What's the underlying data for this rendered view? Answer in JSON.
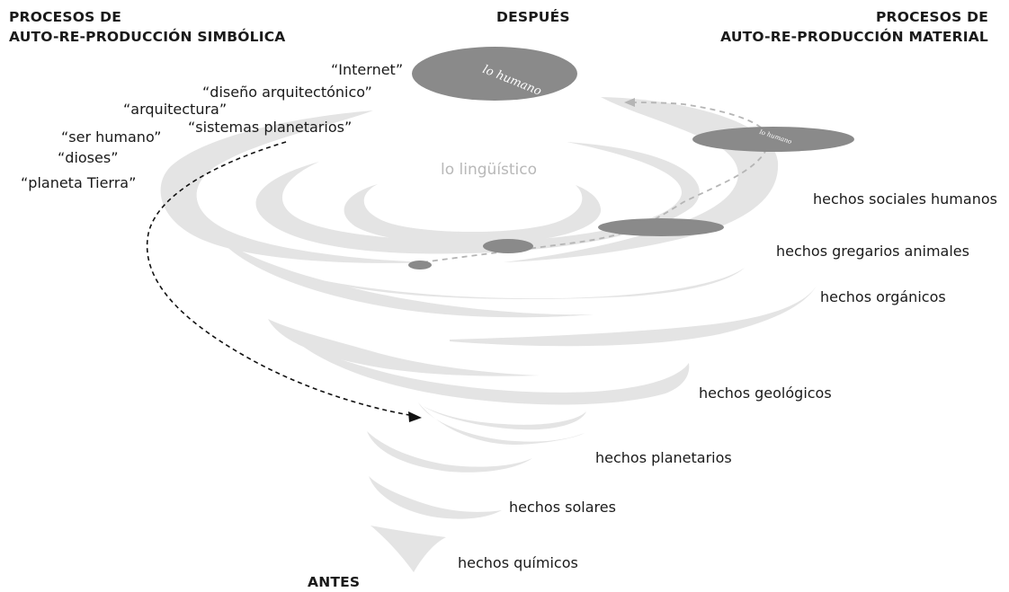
{
  "headers": {
    "left_line1": "PROCESOS DE",
    "left_line2": "AUTO-RE-PRODUCCIÓN SIMBÓLICA",
    "center_top": "DESPUÉS",
    "right_line1": "PROCESOS DE",
    "right_line2": "AUTO-RE-PRODUCCIÓN MATERIAL",
    "center_bottom": "ANTES"
  },
  "symbolic_items": [
    "“Internet”",
    "“diseño arquitectónico”",
    "“arquitectura”",
    "“sistemas planetarios”",
    "“ser humano”",
    "“dioses”",
    "“planeta Tierra”"
  ],
  "center_label": "lo lingüístico",
  "human_labels": {
    "large": "lo humano",
    "small": "lo humano"
  },
  "levels": [
    "hechos sociales humanos",
    "hechos gregarios animales",
    "hechos orgánicos",
    "hechos geológicos",
    "hechos planetarios",
    "hechos solares",
    "hechos químicos"
  ],
  "colors": {
    "spiral": "#e4e4e4",
    "blob": "#8a8a8a",
    "arrow": "#111111",
    "dashed_gray": "#b5b5b5"
  }
}
